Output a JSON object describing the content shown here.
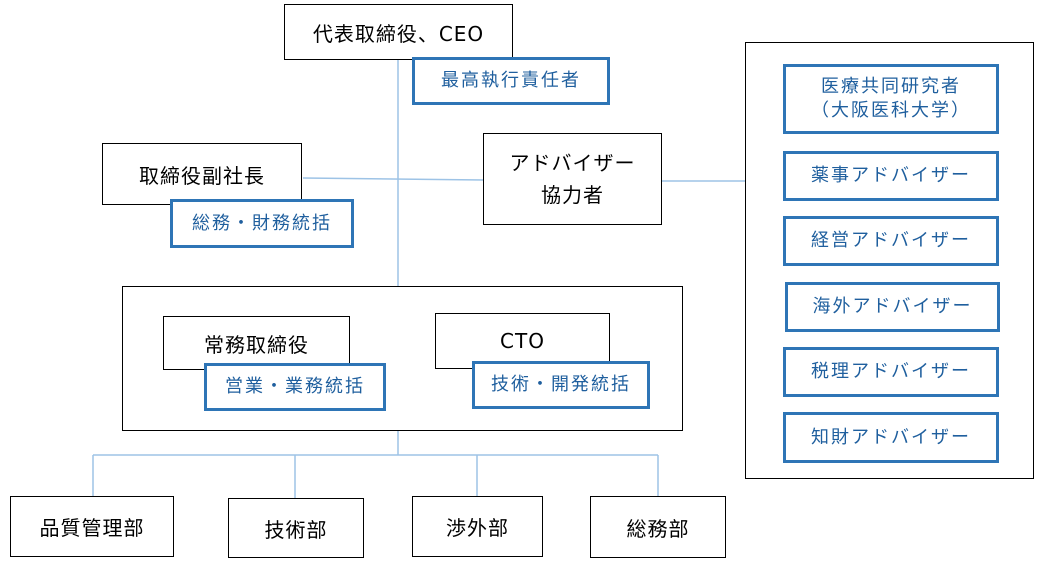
{
  "colors": {
    "accent_border": "#2e75b6",
    "accent_text": "#1f5f9e",
    "connector": "#9dc3e6"
  },
  "ceo": {
    "title": "代表取締役、CEO",
    "role": "最高執行責任者"
  },
  "vice_president": {
    "title": "取締役副社長",
    "role": "総務・財務統括"
  },
  "advisor_group": {
    "line1": "アドバイザー",
    "line2": "協力者"
  },
  "executives": {
    "managing_director": {
      "title": "常務取締役",
      "role": "営業・業務統括"
    },
    "cto": {
      "title": "CTO",
      "role": "技術・開発統括"
    }
  },
  "advisors": [
    {
      "line1": "医療共同研究者",
      "line2": "（大阪医科大学）"
    },
    {
      "label": "薬事アドバイザー"
    },
    {
      "label": "経営アドバイザー"
    },
    {
      "label": "海外アドバイザー"
    },
    {
      "label": "税理アドバイザー"
    },
    {
      "label": "知財アドバイザー"
    }
  ],
  "departments": [
    "品質管理部",
    "技術部",
    "渉外部",
    "総務部"
  ]
}
